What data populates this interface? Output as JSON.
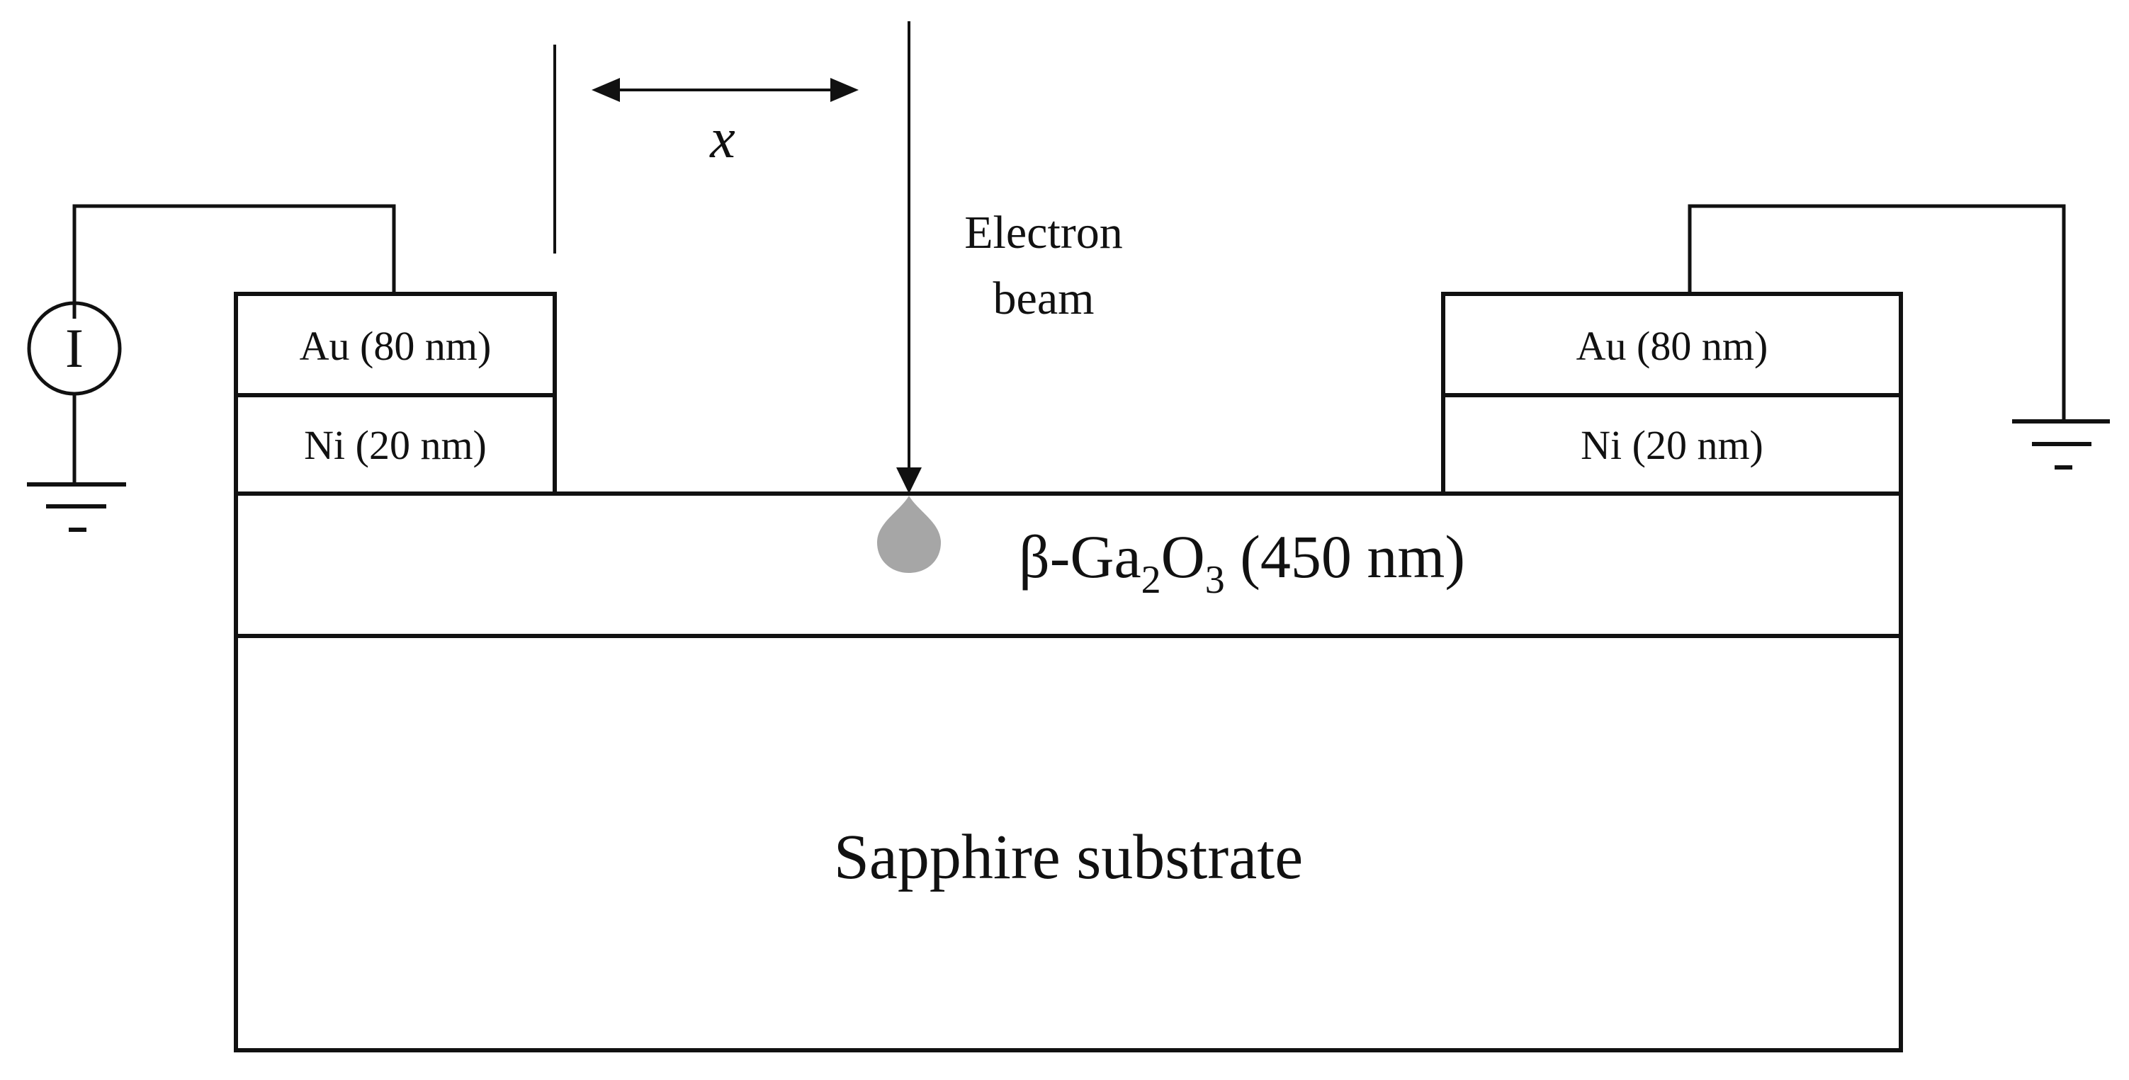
{
  "left_contact": {
    "au_label": "Au (80 nm)",
    "ni_label": "Ni (20 nm)"
  },
  "right_contact": {
    "au_label": "Au (80 nm)",
    "ni_label": "Ni (20 nm)"
  },
  "ammeter": {
    "symbol": "I"
  },
  "beam": {
    "label_line1": "Electron",
    "label_line2": "beam"
  },
  "distance": {
    "label": "x"
  },
  "ga2o3_layer": {
    "prefix": "β-Ga",
    "sub1": "2",
    "mid": "O",
    "sub2": "3",
    "suffix": " (450 nm)"
  },
  "substrate": {
    "label": "Sapphire substrate"
  },
  "colors": {
    "line": "#111111",
    "interaction_volume": "#a6a6a6"
  }
}
